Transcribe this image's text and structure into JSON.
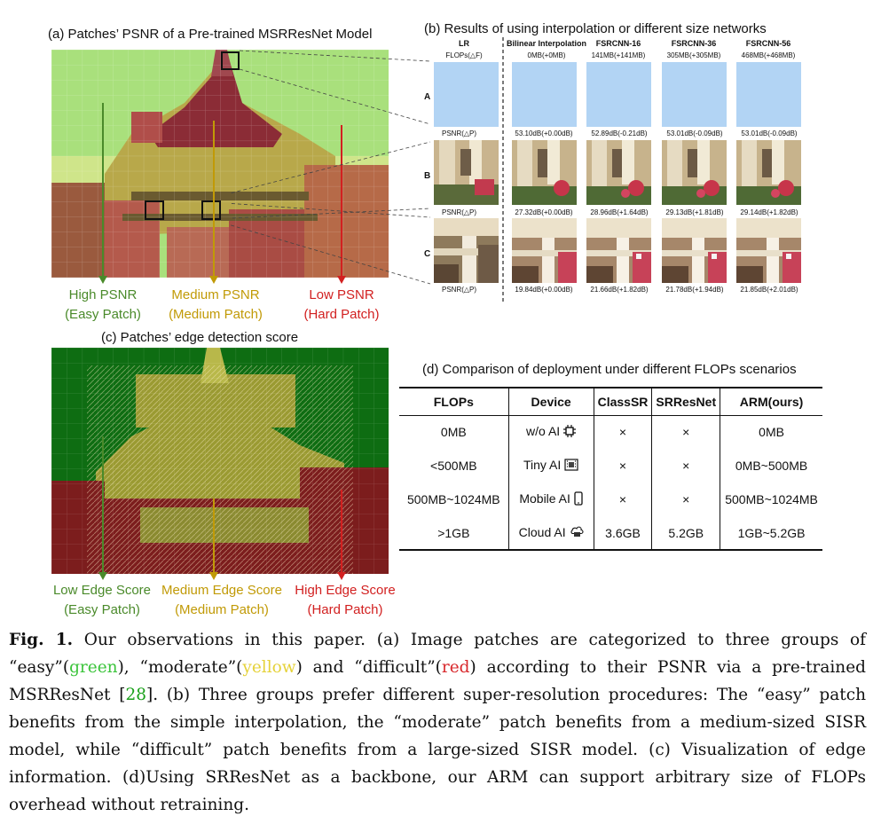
{
  "panel_a": {
    "title": "(a) Patches’ PSNR of a Pre-trained MSRResNet Model",
    "labels": [
      {
        "line1": "High PSNR",
        "line2": "(Easy Patch)",
        "color": "#4a8a2a"
      },
      {
        "line1": "Medium PSNR",
        "line2": "(Medium Patch)",
        "color": "#c19a06"
      },
      {
        "line1": "Low PSNR",
        "line2": "(Hard Patch)",
        "color": "#d22020"
      }
    ]
  },
  "panel_b": {
    "title": "(b) Results of using interpolation or different size networks",
    "columns": [
      {
        "name": "LR",
        "flops": "FLOPs(△F)"
      },
      {
        "name": "Bilinear Interpolation",
        "flops": "0MB(+0MB)"
      },
      {
        "name": "FSRCNN-16",
        "flops": "141MB(+141MB)"
      },
      {
        "name": "FSRCNN-36",
        "flops": "305MB(+305MB)"
      },
      {
        "name": "FSRCNN-56",
        "flops": "468MB(+468MB)"
      }
    ],
    "psnr_label": "PSNR(△P)",
    "rows": [
      {
        "letter": "A",
        "values": [
          "53.10dB(+0.00dB)",
          "52.89dB(-0.21dB)",
          "53.01dB(-0.09dB)",
          "53.01dB(-0.09dB)"
        ]
      },
      {
        "letter": "B",
        "values": [
          "27.32dB(+0.00dB)",
          "28.96dB(+1.64dB)",
          "29.13dB(+1.81dB)",
          "29.14dB(+1.82dB)"
        ]
      },
      {
        "letter": "C",
        "values": [
          "19.84dB(+0.00dB)",
          "21.66dB(+1.82dB)",
          "21.78dB(+1.94dB)",
          "21.85dB(+2.01dB)"
        ]
      }
    ]
  },
  "panel_c": {
    "title": "(c) Patches’ edge detection score",
    "labels": [
      {
        "line1": "Low Edge Score",
        "line2": "(Easy Patch)",
        "color": "#4a8a2a"
      },
      {
        "line1": "Medium Edge Score",
        "line2": "(Medium Patch)",
        "color": "#c19a06"
      },
      {
        "line1": "High Edge Score",
        "line2": "(Hard Patch)",
        "color": "#d22020"
      }
    ]
  },
  "panel_d": {
    "title": "(d) Comparison of deployment  under different FLOPs scenarios",
    "headers": [
      "FLOPs",
      "Device",
      "ClassSR",
      "SRResNet",
      "ARM(ours)"
    ],
    "rows": [
      {
        "flops": "0MB",
        "device": "w/o AI",
        "device_icon": "chip-icon",
        "classsr": "×",
        "srresnet": "×",
        "arm": "0MB"
      },
      {
        "flops": "<500MB",
        "device": "Tiny AI",
        "device_icon": "board-icon",
        "classsr": "×",
        "srresnet": "×",
        "arm": "0MB~500MB"
      },
      {
        "flops": "500MB~1024MB",
        "device": "Mobile AI",
        "device_icon": "phone-icon",
        "classsr": "×",
        "srresnet": "×",
        "arm": "500MB~1024MB"
      },
      {
        "flops": ">1GB",
        "device": "Cloud AI",
        "device_icon": "cloud-server-icon",
        "classsr": "3.6GB",
        "srresnet": "5.2GB",
        "arm": "1GB~5.2GB"
      }
    ]
  },
  "caption": {
    "fig_label": "Fig. 1.",
    "t1": " Our observations in this paper. (a) Image patches are categorized to three groups of “easy”(",
    "green": "green",
    "t2": "), “moderate”(",
    "yellow": "yellow",
    "t3": ") and “difficult”(",
    "red": "red",
    "t4": ") according to their PSNR via a pre-trained MSRResNet [",
    "ref": "28",
    "t5": "]. (b) Three groups prefer different super-resolution procedures: The “easy” patch benefits from the simple interpolation, the “moderate” patch benefits from a medium-sized SISR model, while “difficult” patch benefits from a large-sized SISR model. (c) Visualization of edge information. (d)Using SRResNet as a backbone, our ARM can support arbitrary size of FLOPs overhead without retraining."
  }
}
